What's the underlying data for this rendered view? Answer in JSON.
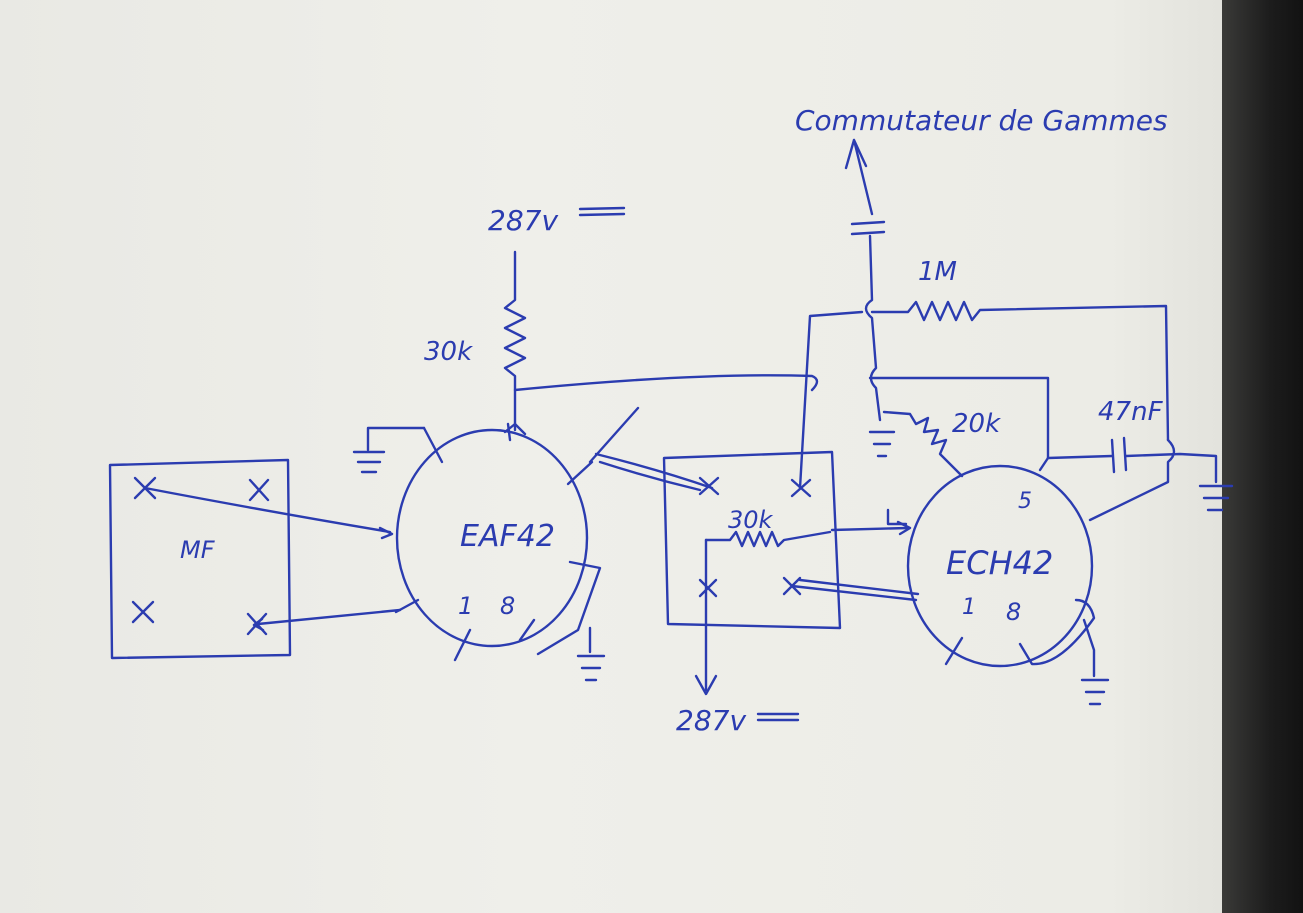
{
  "diagram": {
    "label_supply_top": "287v",
    "label_supply_bottom": "287v",
    "label_r_anode_eaf": "30k",
    "label_r_1m": "1M",
    "label_r_20k": "20k",
    "label_r_30k_box": "30k",
    "label_cap": "47nF",
    "label_switch": "Commutateur de Gammes",
    "label_mf": "MF",
    "label_tube_left": "EAF42",
    "label_tube_right": "ECH42",
    "pin_left_1": "1",
    "pin_left_8": "8",
    "pin_right_1": "1",
    "pin_right_8": "8",
    "pin_right_5": "5"
  }
}
